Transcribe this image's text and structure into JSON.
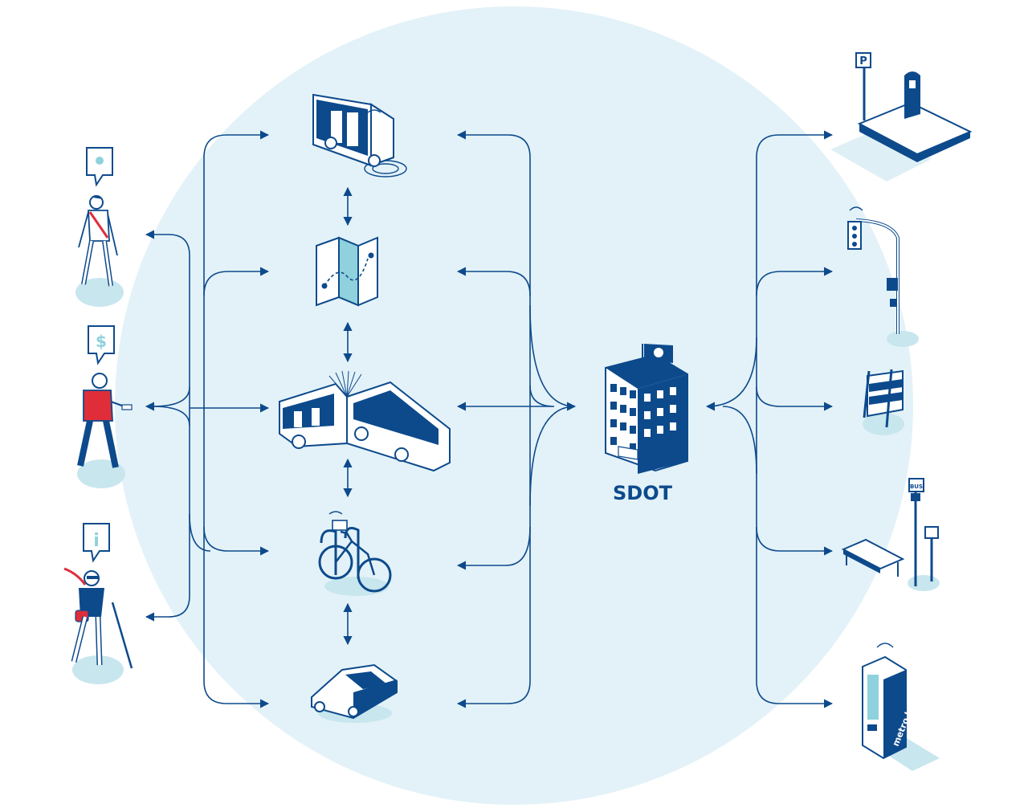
{
  "diagram": {
    "center_label": "SDOT",
    "colors": {
      "navy": "#0d4a8c",
      "light_blue_bg": "#e3f2f8",
      "teal": "#8fd1dc",
      "red": "#e02d3a",
      "shadow": "#c8e6ee"
    },
    "people_icons": [
      "pedestrian-icon",
      "senior-pedestrian-icon",
      "visually-impaired-pedestrian-icon"
    ],
    "mode_icons": [
      "autonomous-shuttle-icon",
      "map-icon",
      "articulated-bus-icon",
      "bike-share-icon",
      "car-icon"
    ],
    "infrastructure_icons": [
      "parking-pay-station-icon",
      "traffic-signal-icon",
      "road-barricade-icon",
      "bus-stop-bench-icon",
      "transit-kiosk-icon"
    ],
    "bus_stop_sign": "BUS",
    "kiosk_text": "metro bus",
    "parking_sign": "P"
  }
}
